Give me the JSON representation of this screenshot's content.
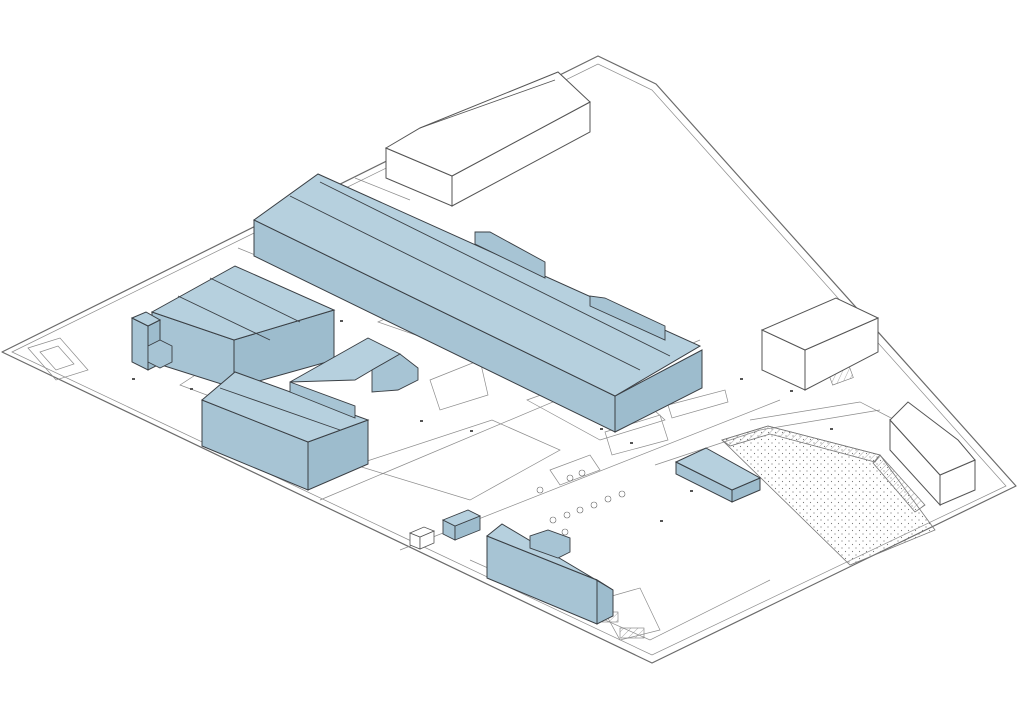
{
  "colors": {
    "background": "#ffffff",
    "building_fill": "#a7c4d4",
    "building_top": "#b6d0de",
    "building_stroke": "#3a3f44",
    "existing_fill": "#ffffff",
    "existing_stroke": "#555555",
    "ground_line": "#6b6b6b",
    "hatch": "#9a9a9a"
  },
  "icons": {
    "building": "extruded-block",
    "tree": "circle",
    "parking": "hatched-area"
  }
}
